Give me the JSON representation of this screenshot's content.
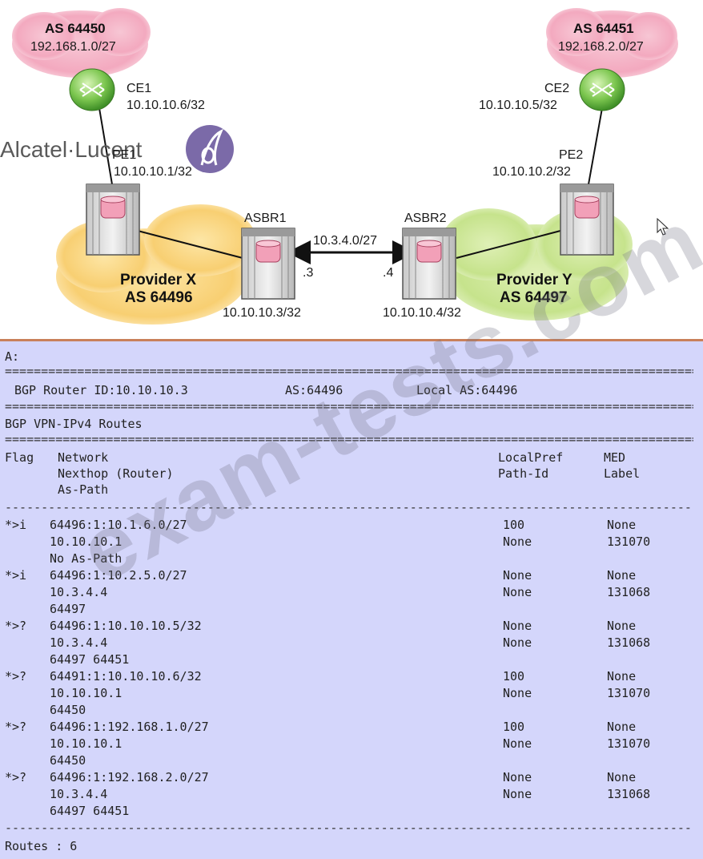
{
  "diagram": {
    "as_left": {
      "name": "AS 64450",
      "prefix": "192.168.1.0/27"
    },
    "as_right": {
      "name": "AS 64451",
      "prefix": "192.168.2.0/27"
    },
    "ce1": {
      "name": "CE1",
      "ip": "10.10.10.6/32"
    },
    "ce2": {
      "name": "CE2",
      "ip": "10.10.10.5/32"
    },
    "pe1": {
      "name": "PE1",
      "ip": "10.10.10.1/32"
    },
    "pe2": {
      "name": "PE2",
      "ip": "10.10.10.2/32"
    },
    "asbr1": {
      "name": "ASBR1",
      "ip": "10.10.10.3/32",
      "if": ".3"
    },
    "asbr2": {
      "name": "ASBR2",
      "ip": "10.10.10.4/32",
      "if": ".4"
    },
    "inter_link": "10.3.4.0/27",
    "provider_x": {
      "name": "Provider X",
      "as": "AS 64496"
    },
    "provider_y": {
      "name": "Provider Y",
      "as": "AS 64497"
    },
    "logo_text": "Alcatel·Lucent"
  },
  "cli": {
    "prompt": "A:",
    "header": {
      "router_id": "BGP Router ID:10.10.10.3",
      "as": "AS:64496",
      "local_as": "Local AS:64496"
    },
    "section_title": "BGP VPN-IPv4 Routes",
    "columns": {
      "flag": "Flag",
      "network": "Network",
      "nexthop": "Nexthop (Router)",
      "aspath": "As-Path",
      "localpref": "LocalPref",
      "pathid": "Path-Id",
      "med": "MED",
      "label": "Label"
    },
    "routes": [
      {
        "flag": "*>i",
        "network": "64496:1:10.1.6.0/27",
        "nexthop": "10.10.10.1",
        "aspath": "No As-Path",
        "localpref": "100",
        "pathid": "None",
        "med": "None",
        "label": "131070"
      },
      {
        "flag": "*>i",
        "network": "64496:1:10.2.5.0/27",
        "nexthop": "10.3.4.4",
        "aspath": "64497",
        "localpref": "None",
        "pathid": "None",
        "med": "None",
        "label": "131068"
      },
      {
        "flag": "*>?",
        "network": "64496:1:10.10.10.5/32",
        "nexthop": "10.3.4.4",
        "aspath": "64497 64451",
        "localpref": "None",
        "pathid": "None",
        "med": "None",
        "label": "131068"
      },
      {
        "flag": "*>?",
        "network": "64491:1:10.10.10.6/32",
        "nexthop": "10.10.10.1",
        "aspath": "64450",
        "localpref": "100",
        "pathid": "None",
        "med": "None",
        "label": "131070"
      },
      {
        "flag": "*>?",
        "network": "64496:1:192.168.1.0/27",
        "nexthop": "10.10.10.1",
        "aspath": "64450",
        "localpref": "100",
        "pathid": "None",
        "med": "None",
        "label": "131070"
      },
      {
        "flag": "*>?",
        "network": "64496:1:192.168.2.0/27",
        "nexthop": "10.3.4.4",
        "aspath": "64497 64451",
        "localpref": "None",
        "pathid": "None",
        "med": "None",
        "label": "131068"
      }
    ],
    "footer": "Routes : 6"
  },
  "watermark": "exam-tests.com"
}
